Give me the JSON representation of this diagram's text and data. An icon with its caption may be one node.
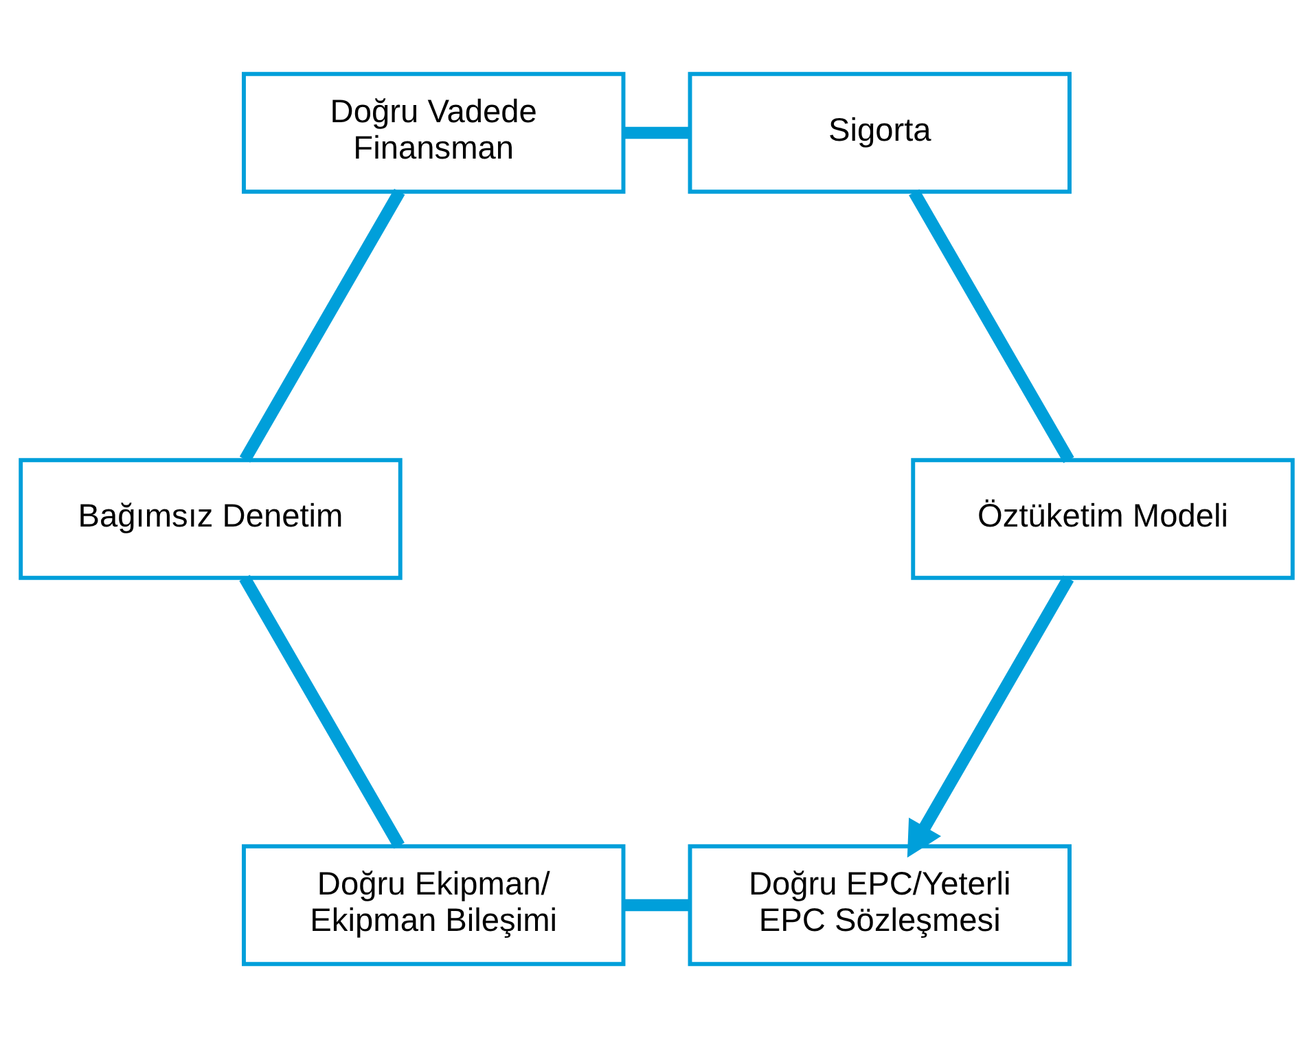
{
  "diagram": {
    "nodes": [
      {
        "text": [
          "Doğru EPC/Yeterli EPC Sözleşmesi"
        ]
      },
      {
        "text": [
          "Doğru Ekipman/ Ekipman Bileşimi"
        ]
      },
      {
        "text": [
          "Bağımsız Denetim"
        ]
      },
      {
        "text": [
          "Doğru Vadede Finansman"
        ]
      },
      {
        "text": [
          "Sigorta"
        ]
      },
      {
        "text": [
          "Öztüketim Modeli"
        ]
      }
    ],
    "edges": [
      {
        "from": 0,
        "to": 1,
        "arrow": "none"
      },
      {
        "from": 1,
        "to": 2,
        "arrow": "none"
      },
      {
        "from": 2,
        "to": 3,
        "arrow": "none"
      },
      {
        "from": 3,
        "to": 4,
        "arrow": "none"
      },
      {
        "from": 4,
        "to": 5,
        "arrow": "none"
      },
      {
        "from": 5,
        "to": 0,
        "arrow": "to"
      }
    ]
  }
}
